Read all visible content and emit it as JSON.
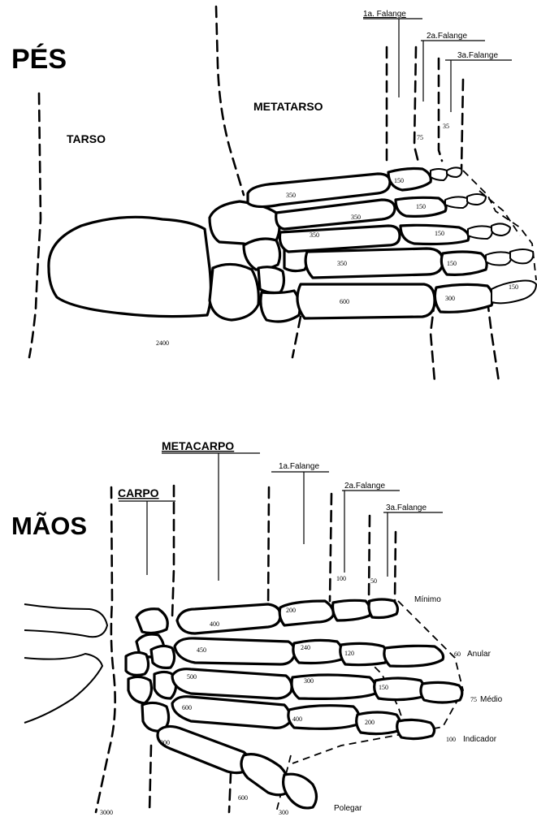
{
  "feet": {
    "title": "PÉS",
    "tarso": "TARSO",
    "metatarso": "METATARSO",
    "falange1": "1a. Falange",
    "falange2": "2a.Falange",
    "falange3": "3a.Falange",
    "values": {
      "v2400": "2400",
      "v350a": "350",
      "v350b": "350",
      "v350c": "350",
      "v350d": "350",
      "v600": "600",
      "v150a": "150",
      "v150b": "150",
      "v150c": "150",
      "v150d": "150",
      "v150e": "150",
      "v300": "300",
      "v75": "75",
      "v35": "35"
    }
  },
  "hands": {
    "title": "MÃOS",
    "carpo": "CARPO",
    "metacarpo": "METACARPO",
    "falange1": "1a.Falange",
    "falange2": "2a.Falange",
    "falange3": "3a.Falange",
    "fingers": {
      "minimo": "Mínimo",
      "anular": "Anular",
      "medio": "Médio",
      "indicador": "Indicador",
      "polegar": "Polegar"
    },
    "values": {
      "v3000": "3000",
      "v900": "900",
      "v600a": "600",
      "v600b": "600",
      "v500": "500",
      "v450": "450",
      "v400a": "400",
      "v400b": "400",
      "v300a": "300",
      "v300b": "300",
      "v240": "240",
      "v200a": "200",
      "v200b": "200",
      "v150": "150",
      "v120": "120",
      "v100a": "100",
      "v100b": "100",
      "v75": "75",
      "v60": "60",
      "v50": "50"
    }
  }
}
